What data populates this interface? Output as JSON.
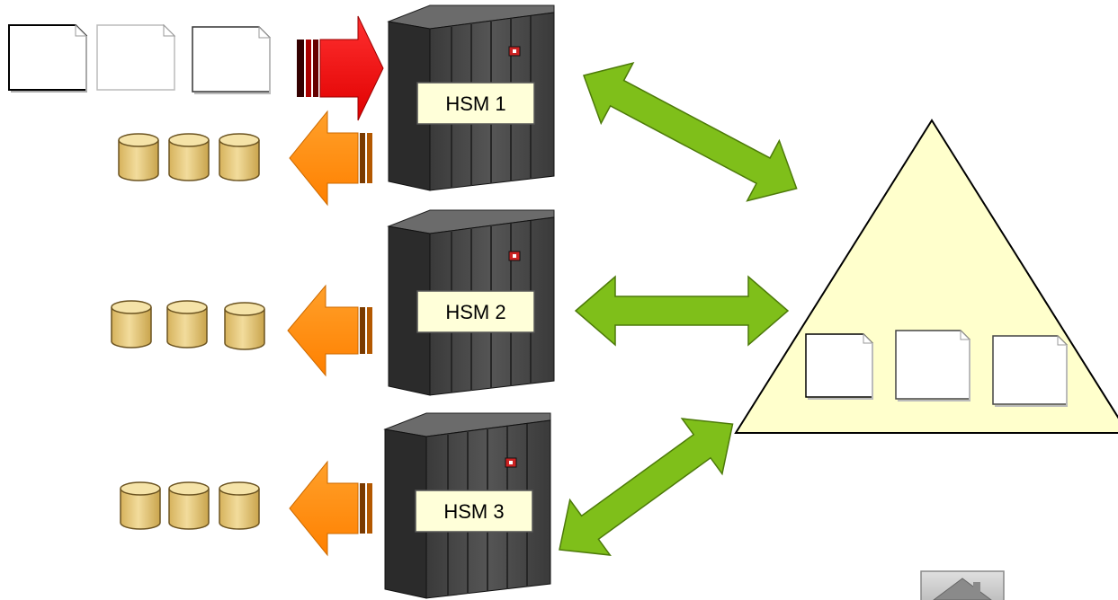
{
  "diagram": {
    "servers": [
      {
        "label": "HSM 1"
      },
      {
        "label": "HSM 2"
      },
      {
        "label": "HSM 3"
      }
    ],
    "colors": {
      "background": "#ffffff",
      "server_body": "#4a4a4a",
      "server_dark": "#2b2b2b",
      "server_top": "#6b6b6b",
      "label_fill": "#ffffd9",
      "input_arrow": "#ff1a1a",
      "output_arrow": "#ff8c00",
      "link_arrow": "#7fbf1a",
      "cylinder": "#e8cc82",
      "triangle_fill": "#ffffcc",
      "indicator": "#cc2222"
    },
    "icons": {
      "documents": "document-icon",
      "storage": "cylinder-icon",
      "server": "server-tower-icon",
      "store": "triangle-repository-icon",
      "home": "home-icon"
    }
  }
}
